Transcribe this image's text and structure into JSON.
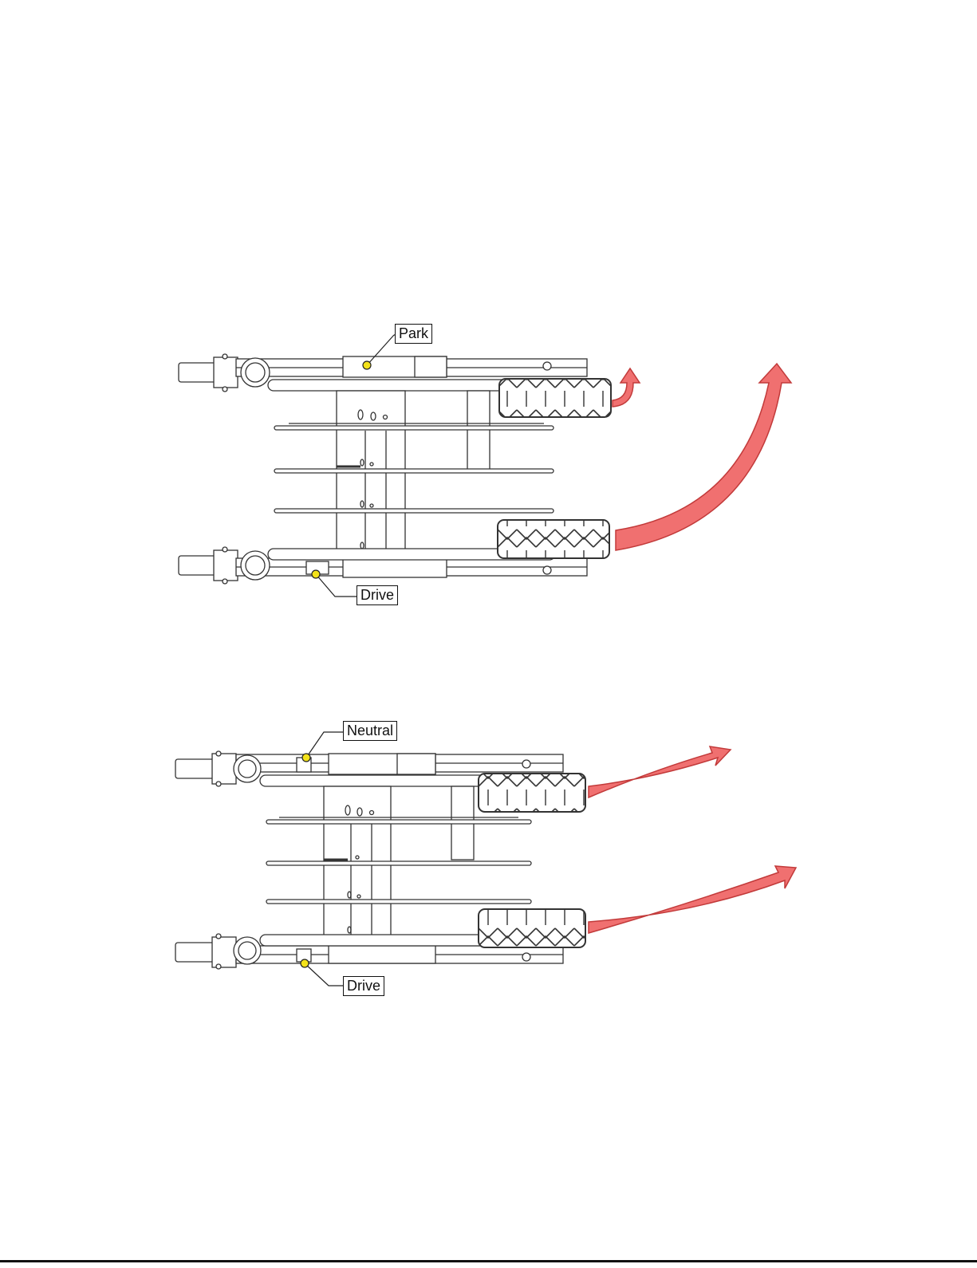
{
  "diagram": {
    "top": {
      "labels": {
        "upper": "Park",
        "lower": "Drive"
      },
      "arrows": [
        "small-curved-arrow",
        "large-curved-arrow"
      ]
    },
    "bottom": {
      "labels": {
        "upper": "Neutral",
        "lower": "Drive"
      },
      "arrows": [
        "upper-curved-arrow",
        "lower-curved-arrow"
      ]
    },
    "colors": {
      "arrow_fill": "#f07070",
      "arrow_stroke": "#c23a3a",
      "marker_fill": "#f3e21a",
      "line": "#333333"
    }
  }
}
